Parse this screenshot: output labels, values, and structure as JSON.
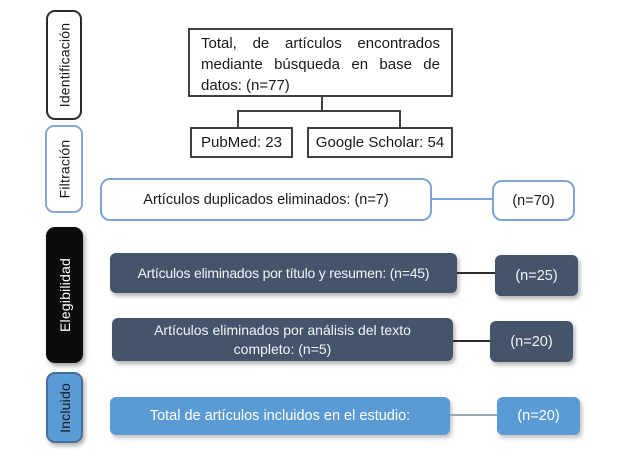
{
  "colors": {
    "dark_fill": "#44546a",
    "blue_fill": "#5b9bd5",
    "blue_border_light": "#7da4d4",
    "blue_border_dark": "#41719c",
    "black_fill": "#0c0c0c",
    "outline_dark": "#3f3f3f"
  },
  "stages": [
    {
      "label": "Identificación",
      "style": "outline-dark"
    },
    {
      "label": "Filtración",
      "style": "outline-blue"
    },
    {
      "label": "Elegibilidad",
      "style": "filled-black"
    },
    {
      "label": "Incluido",
      "style": "filled-blue"
    }
  ],
  "identification": {
    "total": "Total, de artículos encontrados mediante búsqueda en base de datos: (n=77)",
    "sources": [
      {
        "label": "PubMed: 23"
      },
      {
        "label": "Google Scholar: 54"
      }
    ]
  },
  "rows": [
    {
      "main": "Artículos duplicados eliminados: (n=7)",
      "side": "(n=70)"
    },
    {
      "main": "Artículos eliminados por título y resumen: (n=45)",
      "side": "(n=25)"
    },
    {
      "main": "Artículos eliminados por análisis del texto completo: (n=5)",
      "side": "(n=20)"
    },
    {
      "main": "Total de artículos incluidos en el estudio:",
      "side": "(n=20)"
    }
  ]
}
